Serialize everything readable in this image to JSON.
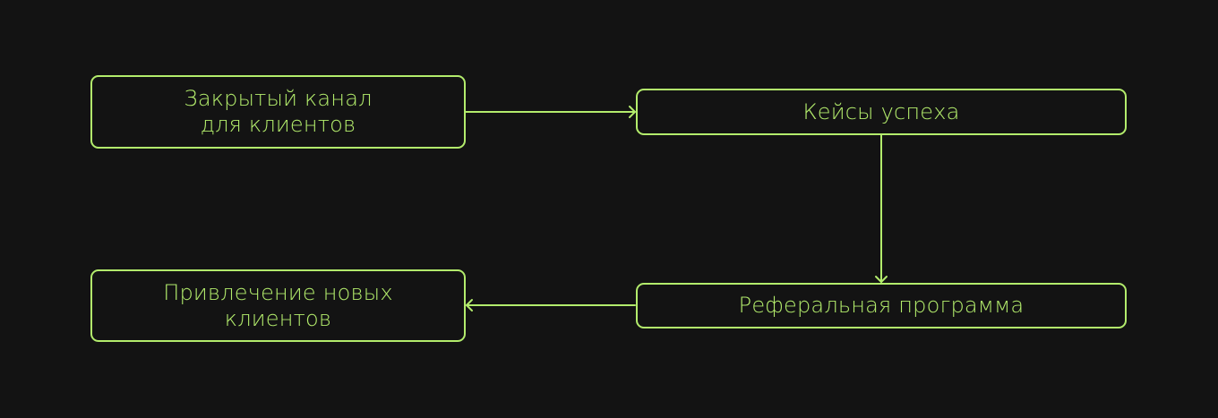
{
  "diagram": {
    "type": "flowchart",
    "colors": {
      "background": "#131313",
      "accent": "#b3ec6c"
    },
    "nodes": [
      {
        "id": "n1",
        "lines": [
          "Закрытый канал",
          "для клиентов"
        ]
      },
      {
        "id": "n2",
        "lines": [
          "Кейсы успеха"
        ]
      },
      {
        "id": "n3",
        "lines": [
          "Реферальная программа"
        ]
      },
      {
        "id": "n4",
        "lines": [
          "Привлечение новых",
          "клиентов"
        ]
      }
    ],
    "edges": [
      {
        "from": "n1",
        "to": "n2",
        "direction": "right"
      },
      {
        "from": "n2",
        "to": "n3",
        "direction": "down"
      },
      {
        "from": "n3",
        "to": "n4",
        "direction": "left"
      }
    ]
  }
}
